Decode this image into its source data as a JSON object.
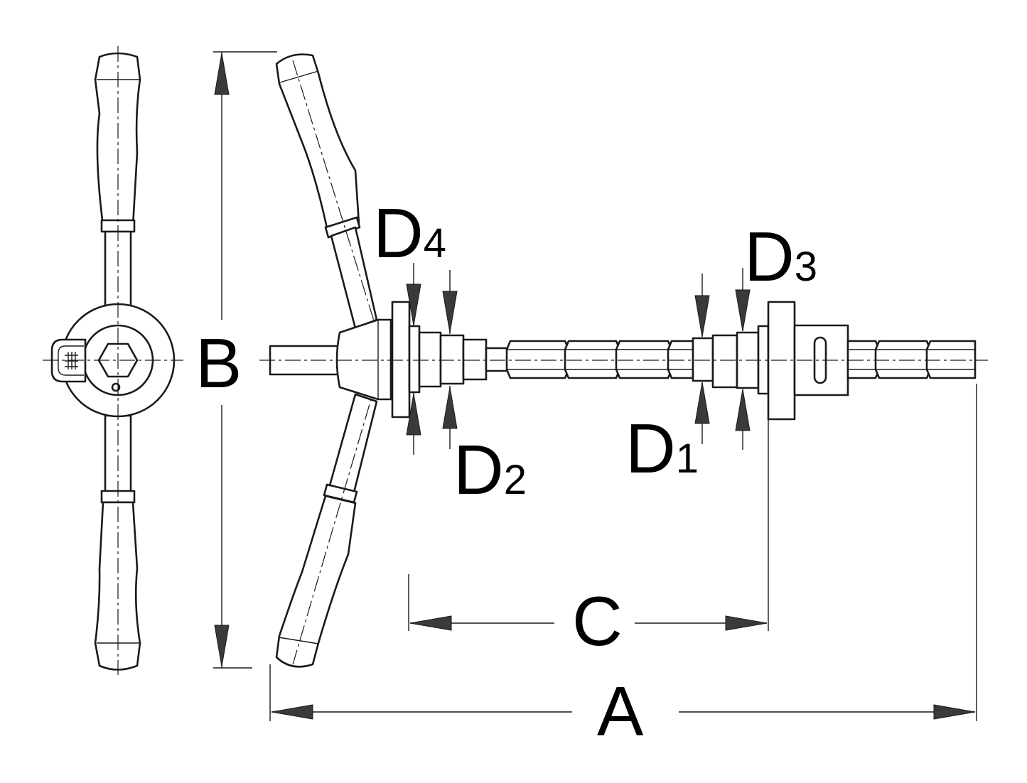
{
  "labels": {
    "A": "A",
    "B": "B",
    "C": "C",
    "D1": {
      "main": "D",
      "sub": "1"
    },
    "D2": {
      "main": "D",
      "sub": "2"
    },
    "D3": {
      "main": "D",
      "sub": "3"
    },
    "D4": {
      "main": "D",
      "sub": "4"
    }
  },
  "colors": {
    "line": "#1a1a1a",
    "arrow_fill": "#3a3a3a",
    "background": "#ffffff"
  }
}
